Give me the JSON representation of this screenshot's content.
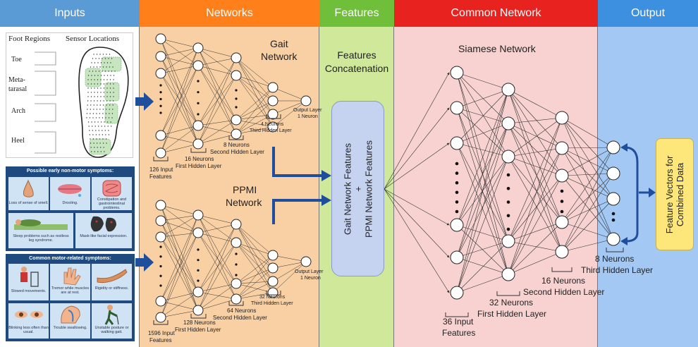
{
  "headers": {
    "inputs": "Inputs",
    "networks": "Networks",
    "features": "Features",
    "common": "Common Network",
    "output": "Output"
  },
  "colors": {
    "inputs_header": "#5b9bd5",
    "networks_header": "#ff7f1a",
    "features_header": "#6fbf3a",
    "common_header": "#e8231f",
    "output_header": "#3d8fe0",
    "networks_bg": "#f9d0a4",
    "features_bg": "#cfe89a",
    "common_bg": "#f7d2d0",
    "output_bg": "#a4c8f4",
    "arrow": "#1f4e9c"
  },
  "foot": {
    "regions_title": "Foot Regions",
    "sensors_title": "Sensor Locations",
    "regions": [
      "Toe",
      "Meta-",
      "tarasal",
      "Arch",
      "Heel"
    ]
  },
  "nonmotor": {
    "title": "Possible early non-motor symptoms:",
    "items": [
      "Loss of sense of smell.",
      "Drooling.",
      "Constipation and gastrointestinal problems.",
      "Sleep problems such as restless leg syndrome.",
      "Mask-like facial expression."
    ]
  },
  "motor": {
    "title": "Common motor-related symptoms:",
    "items": [
      "Slowed movements.",
      "Tremor while muscles are at rest.",
      "Rigidity or stiffness.",
      "Blinking less often than usual.",
      "Trouble swallowing.",
      "Unstable posture or walking gait."
    ]
  },
  "gait": {
    "title1": "Gait",
    "title2": "Network",
    "input": [
      "126 Input",
      "Features"
    ],
    "h1": [
      "16 Neurons",
      "First Hidden Layer"
    ],
    "h2": [
      "8 Neurons",
      "Second Hidden Layer"
    ],
    "h3": [
      "4 Neurons",
      "Third Hidden Layer"
    ],
    "out": [
      "Output Layer",
      "1 Neuron"
    ]
  },
  "ppmi": {
    "title1": "PPMI",
    "title2": "Network",
    "input": [
      "1596 Input",
      "Features"
    ],
    "h1": [
      "128 Neurons",
      "First Hidden Layer"
    ],
    "h2": [
      "64 Neurons",
      "Second Hidden Layer"
    ],
    "h3": [
      "32 Neurons",
      "Third Hidden Layer"
    ],
    "out": [
      "Output Layer",
      "1 Neuron"
    ]
  },
  "features": {
    "title1": "Features",
    "title2": "Concatenation",
    "box": [
      "Gait Network Features",
      "+",
      "PPMI Network Features"
    ]
  },
  "siamese": {
    "title": "Siamese Network",
    "input": [
      "36 Input",
      "Features"
    ],
    "h1": [
      "32 Neurons",
      "First Hidden Layer"
    ],
    "h2": [
      "16 Neurons",
      "Second Hidden Layer"
    ],
    "h3": [
      "8 Neurons",
      "Third Hidden Layer"
    ]
  },
  "output": {
    "box": [
      "Feature Vectors for",
      "Combined Data"
    ]
  }
}
